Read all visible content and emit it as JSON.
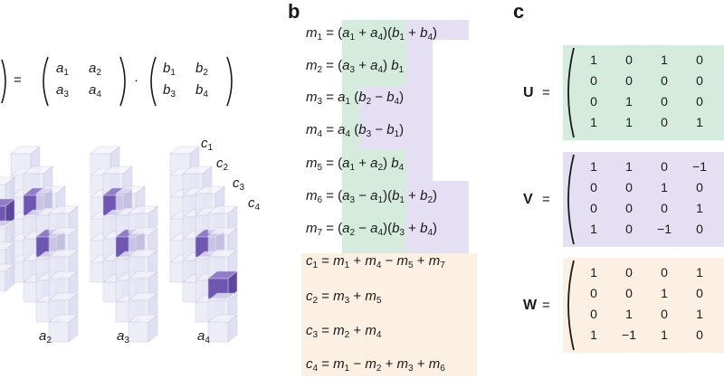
{
  "panel_labels": {
    "b": "b",
    "c": "c"
  },
  "panel_a": {
    "eq_sign": "=",
    "dot": "·",
    "matrix_a": [
      [
        "a1",
        "a2"
      ],
      [
        "a3",
        "a4"
      ]
    ],
    "matrix_b": [
      [
        "b1",
        "b2"
      ],
      [
        "b3",
        "b4"
      ]
    ],
    "cube_labels": [
      "c1",
      "c2",
      "c3",
      "c4"
    ],
    "bottom_labels": [
      "a2",
      "a3",
      "a4"
    ]
  },
  "panel_b": {
    "products": [
      "m1 = (a1 + a4)(b1 + b4)",
      "m2 = (a3 + a4) b1",
      "m3 = a1 (b2 − b4)",
      "m4 = a4 (b3 − b1)",
      "m5 = (a1 + a2) b4",
      "m6 = (a3 − a1)(b1 + b2)",
      "m7 = (a2 − a4)(b3 + b4)"
    ],
    "outputs": [
      "c1 = m1 + m4 − m5 + m7",
      "c2 = m3 + m5",
      "c3 = m2 + m4",
      "c4 = m1 − m2 + m3 + m6"
    ]
  },
  "panel_c": {
    "eq_sign": "=",
    "matrices": [
      {
        "name": "U",
        "color": "#d5ebde",
        "rows": [
          [
            "1",
            "0",
            "1",
            "0"
          ],
          [
            "0",
            "0",
            "0",
            "0"
          ],
          [
            "0",
            "1",
            "0",
            "0"
          ],
          [
            "1",
            "1",
            "0",
            "1"
          ]
        ]
      },
      {
        "name": "V",
        "color": "#e4dff2",
        "rows": [
          [
            "1",
            "1",
            "0",
            "−1"
          ],
          [
            "0",
            "0",
            "1",
            "0"
          ],
          [
            "0",
            "0",
            "0",
            "1"
          ],
          [
            "1",
            "0",
            "−1",
            "0"
          ]
        ]
      },
      {
        "name": "W",
        "color": "#fcf0e2",
        "rows": [
          [
            "1",
            "0",
            "0",
            "1"
          ],
          [
            "0",
            "0",
            "1",
            "0"
          ],
          [
            "0",
            "1",
            "0",
            "1"
          ],
          [
            "1",
            "−1",
            "1",
            "0"
          ]
        ]
      }
    ]
  },
  "colors": {
    "green": "#d5ebde",
    "lavender": "#e4dff2",
    "peach": "#fcf0e2",
    "purple": "#6a4fae"
  }
}
